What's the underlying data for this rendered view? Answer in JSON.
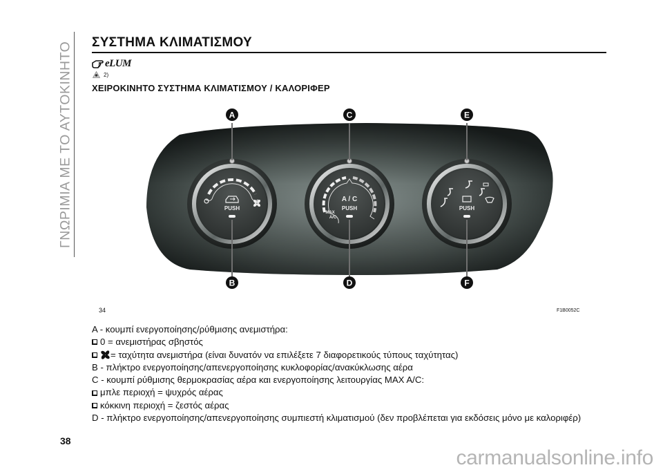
{
  "sidebar": {
    "section_title": "ΓΝΩΡΙΜΙΑ ΜΕ ΤΟ ΑΥΤΟΚΙΝΗΤΟ"
  },
  "header": {
    "title": "ΣΥΣΤΗΜΑ ΚΛΙΜΑΤΙΣΜΟΥ",
    "elum_label": "eLUM",
    "warning_ref": "2)",
    "subtitle": "ΧΕΙΡΟΚΙΝΗΤΟ ΣΥΣΤΗΜΑ ΚΛΙΜΑΤΙΣΜΟΥ / ΚΑΛΟΡΙΦΕΡ"
  },
  "figure": {
    "number": "34",
    "code": "F1B0052C",
    "panel_color": "#3a4342",
    "callouts": [
      "A",
      "B",
      "C",
      "D",
      "E",
      "F"
    ],
    "knobs": [
      {
        "id": "fan",
        "top_callout": "A",
        "bottom_callout": "B",
        "center_label": "PUSH",
        "left_symbol": "O",
        "right_icon": "fan-icon",
        "center_icon": "recirculation-icon"
      },
      {
        "id": "temp",
        "top_callout": "C",
        "bottom_callout": "D",
        "center_label": "PUSH",
        "center_title": "A / C",
        "max_label_1": "MAX",
        "max_label_2": "A/C"
      },
      {
        "id": "distribution",
        "top_callout": "E",
        "bottom_callout": "F",
        "center_label": "PUSH",
        "center_icon": "rear-defrost-icon"
      }
    ]
  },
  "description": {
    "lines": [
      {
        "type": "text",
        "text": "A - κουμπί ενεργοποίησης/ρύθμισης ανεμιστήρα:"
      },
      {
        "type": "bullet",
        "text": "0 = ανεμιστήρας σβηστός"
      },
      {
        "type": "bullet-fan",
        "text": "= ταχύτητα ανεμιστήρα (είναι δυνατόν να επιλέξετε 7 διαφορετικούς τύπους ταχύτητας)"
      },
      {
        "type": "text",
        "text": "B - πλήκτρο ενεργοποίησης/απενεργοποίησης κυκλοφορίας/ανακύκλωσης αέρα"
      },
      {
        "type": "text",
        "text": "C - κουμπί ρύθμισης θερμοκρασίας αέρα και ενεργοποίησης λειτουργίας MAX A/C:"
      },
      {
        "type": "bullet",
        "text": "μπλε περιοχή = ψυχρός αέρας"
      },
      {
        "type": "bullet",
        "text": "κόκκινη περιοχή = ζεστός αέρας"
      },
      {
        "type": "text",
        "text": "D - πλήκτρο ενεργοποίησης/απενεργοποίησης συμπιεστή κλιματισμού (δεν προβλέπεται για εκδόσεις μόνο με καλοριφέρ)"
      }
    ]
  },
  "footer": {
    "page_number": "38",
    "watermark": "carmanualsonline.info"
  }
}
